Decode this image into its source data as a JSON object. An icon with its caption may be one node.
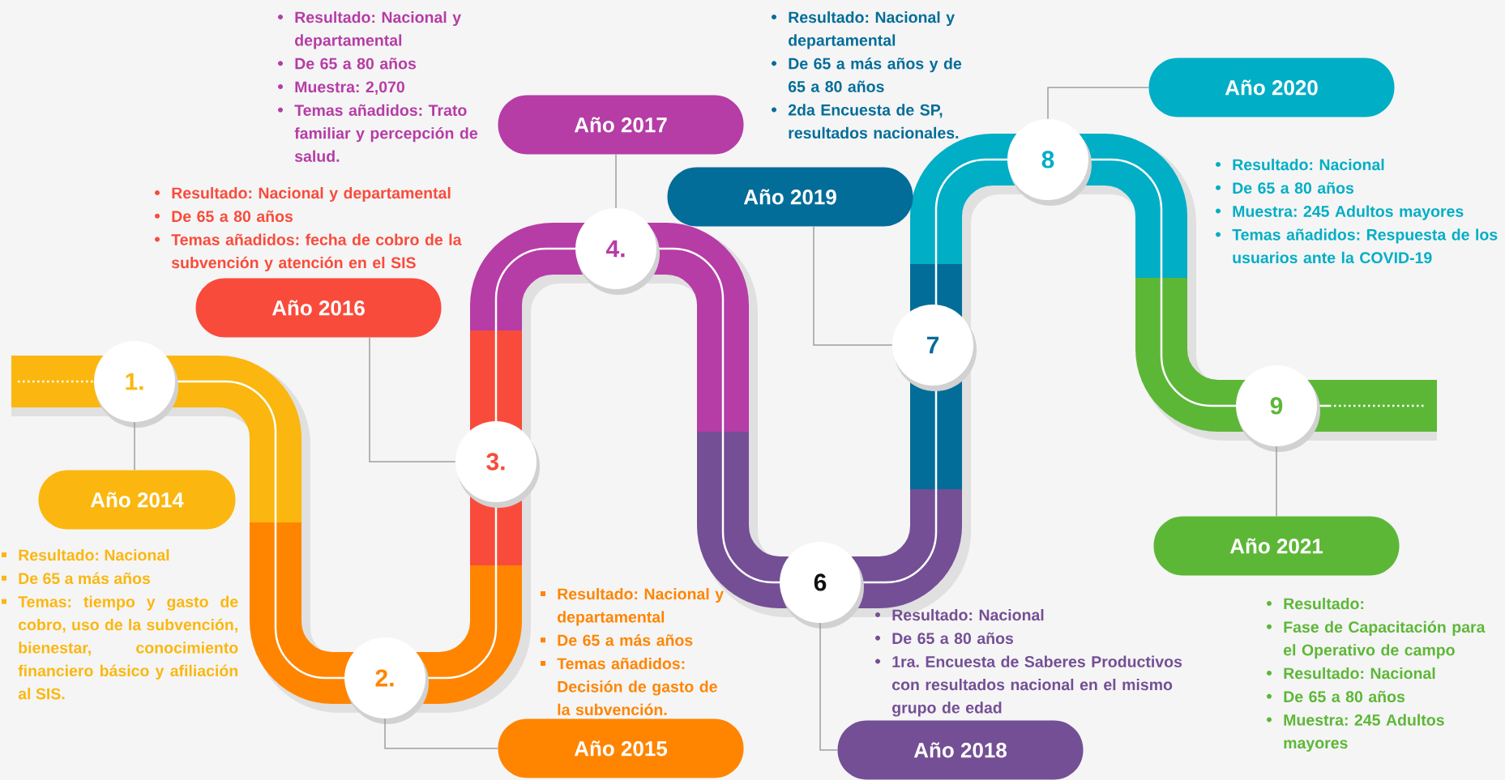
{
  "diagram": {
    "nodes": [
      {
        "text": [
          "1."
        ]
      },
      {
        "text": [
          "Año 2014"
        ],
        "beside": [
          "Resultado: Nacional",
          "De 65 a más años",
          "Temas: tiempo y gasto de cobro, uso de la subvención, bienestar, conocimiento financiero básico y afiliación al SIS."
        ]
      },
      {
        "text": [
          "2."
        ]
      },
      {
        "text": [
          "Año 2015"
        ],
        "beside": [
          "Resultado: Nacional y departamental",
          "De 65 a más años",
          "Temas añadidos: Decisión de gasto de la subvención."
        ]
      },
      {
        "text": [
          "3."
        ]
      },
      {
        "text": [
          "Año 2016"
        ],
        "beside": [
          "Resultado: Nacional y departamental",
          "De 65 a 80 años",
          "Temas añadidos: fecha de cobro de la subvención y atención en el SIS"
        ]
      },
      {
        "text": [
          "4."
        ]
      },
      {
        "text": [
          "Año 2017"
        ],
        "beside": [
          "Resultado: Nacional y departamental",
          "De 65 a 80 años",
          "Muestra: 2,070",
          "Temas añadidos: Trato familiar y percepción de salud."
        ]
      },
      {
        "text": [
          "6"
        ]
      },
      {
        "text": [
          "Año 2018"
        ],
        "beside": [
          "Resultado: Nacional",
          "De 65 a 80 años",
          "1ra. Encuesta de Saberes Productivos con resultados nacional en el mismo grupo de edad"
        ]
      },
      {
        "text": [
          "7"
        ]
      },
      {
        "text": [
          "Año 2019"
        ],
        "beside": [
          "Resultado: Nacional y departamental",
          "De 65 a más años y de 65 a 80 años",
          "2da Encuesta de SP, resultados nacionales."
        ]
      },
      {
        "text": [
          "8"
        ]
      },
      {
        "text": [
          "Año 2020"
        ],
        "beside": [
          "Resultado: Nacional",
          "De 65 a 80 años",
          "Muestra: 245 Adultos mayores",
          "Temas añadidos: Respuesta de los usuarios ante la COVID-19"
        ]
      },
      {
        "text": [
          "9"
        ]
      },
      {
        "text": [
          "Año 2021"
        ],
        "beside": [
          "Resultado:",
          "Fase de Capacitación para el Operativo de campo",
          "Resultado: Nacional",
          "De 65 a 80 años",
          "Muestra: 245 Adultos mayores"
        ]
      }
    ],
    "edges": [
      {
        "from": 0,
        "to": 1,
        "arrow": "none"
      },
      {
        "from": 2,
        "to": 3,
        "arrow": "none"
      },
      {
        "from": 4,
        "to": 5,
        "arrow": "none"
      },
      {
        "from": 6,
        "to": 7,
        "arrow": "none"
      },
      {
        "from": 8,
        "to": 9,
        "arrow": "none"
      },
      {
        "from": 10,
        "to": 11,
        "arrow": "none"
      },
      {
        "from": 12,
        "to": 13,
        "arrow": "none"
      },
      {
        "from": 14,
        "to": 15,
        "arrow": "none"
      }
    ]
  }
}
